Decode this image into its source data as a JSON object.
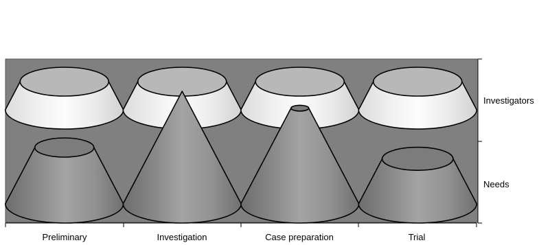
{
  "chart_data": {
    "type": "3d-cone",
    "categories": [
      "Preliminary",
      "Investigation",
      "Case preparation",
      "Trial"
    ],
    "series": [
      {
        "name": "Investigators",
        "values": [
          0.75,
          0.75,
          0.75,
          0.75
        ]
      },
      {
        "name": "Needs",
        "values": [
          0.5,
          0.0,
          0.15,
          0.6
        ]
      }
    ],
    "colors": {
      "background_wall": "#808080",
      "cone_front": "#8e8e8e",
      "cone_back": "#f2f2f2",
      "outline": "#000000"
    },
    "legend": "right",
    "grid": false
  }
}
